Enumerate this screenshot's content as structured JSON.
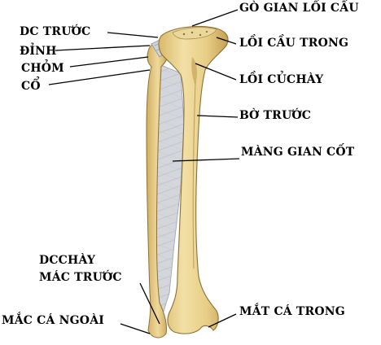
{
  "diagram": {
    "subject": "tibia and fibula, anterior view",
    "labels": {
      "go_gian_loi_cau": "GÒ GIAN LỒI CẦU",
      "loi_cau_trong": "LỒI CẦU TRONG",
      "loi_cu_chay": "LỒI CỦCHÀY",
      "bo_truoc": "BỜ TRƯỚC",
      "mang_gian_cot": "MÀNG GIAN CỐT",
      "mat_ca_trong": "MẮT CÁ TRONG",
      "dc_truoc": "DC TRƯỚC",
      "dinh": "ĐỈNH",
      "chom": "CHỎM",
      "co": "CỔ",
      "dc_chay_mac_truoc_line1": "DCCHÀY",
      "dc_chay_mac_truoc_line2": "MÁC TRƯỚC",
      "mac_ca_ngoai": "MẮC CÁ NGOÀI"
    },
    "colors": {
      "bone": "#e8cf8a",
      "bone_shadow": "#c9a65a",
      "membrane": "#cfd3d8",
      "leader_line": "#000000"
    }
  }
}
